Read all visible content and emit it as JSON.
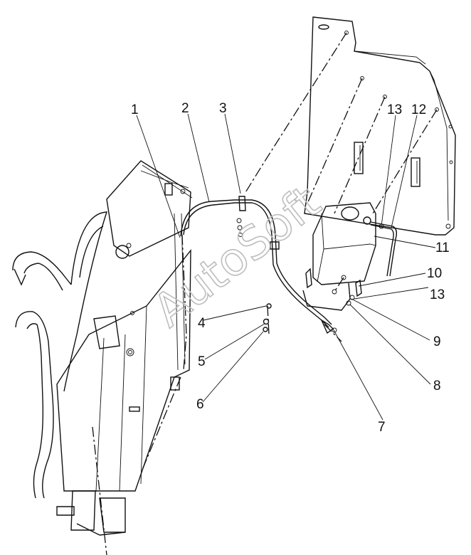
{
  "watermark": "AutoSoft",
  "callouts": [
    {
      "id": "1",
      "text": "1"
    },
    {
      "id": "2",
      "text": "2"
    },
    {
      "id": "3",
      "text": "3"
    },
    {
      "id": "4",
      "text": "4"
    },
    {
      "id": "5",
      "text": "5"
    },
    {
      "id": "6",
      "text": "6"
    },
    {
      "id": "7",
      "text": "7"
    },
    {
      "id": "8",
      "text": "8"
    },
    {
      "id": "9",
      "text": "9"
    },
    {
      "id": "10",
      "text": "10"
    },
    {
      "id": "11",
      "text": "11"
    },
    {
      "id": "12",
      "text": "12"
    },
    {
      "id": "13a",
      "text": "13"
    },
    {
      "id": "13b",
      "text": "13"
    }
  ]
}
